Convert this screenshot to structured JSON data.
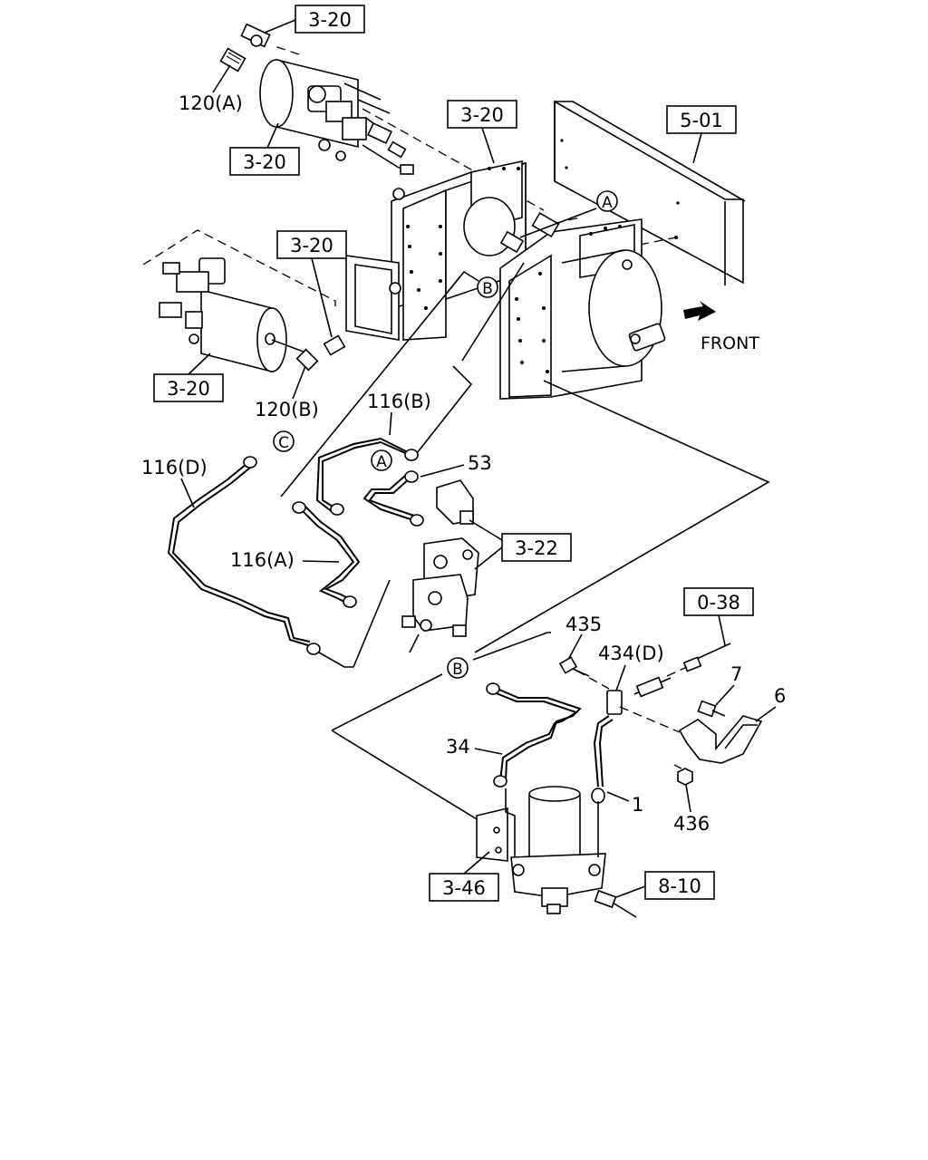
{
  "refs": {
    "ref_320_top": "3-20",
    "ref_320_mid": "3-20",
    "ref_320_tank": "3-20",
    "ref_320_center": "3-20",
    "ref_320_left": "3-20",
    "ref_501": "5-01",
    "ref_322": "3-22",
    "ref_038": "0-38",
    "ref_346": "3-46",
    "ref_810": "8-10"
  },
  "callouts": {
    "A_top": "A",
    "B_top": "B",
    "C": "C",
    "A_mid": "A",
    "B_bottom": "B"
  },
  "labels": {
    "p120A": "120(A)",
    "p120B": "120(B)",
    "p116B": "116(B)",
    "p116D": "116(D)",
    "p116A": "116(A)",
    "p53": "53",
    "p435": "435",
    "p434D": "434(D)",
    "p7": "7",
    "p6": "6",
    "p34": "34",
    "p1": "1",
    "p436": "436",
    "front": "FRONT"
  }
}
